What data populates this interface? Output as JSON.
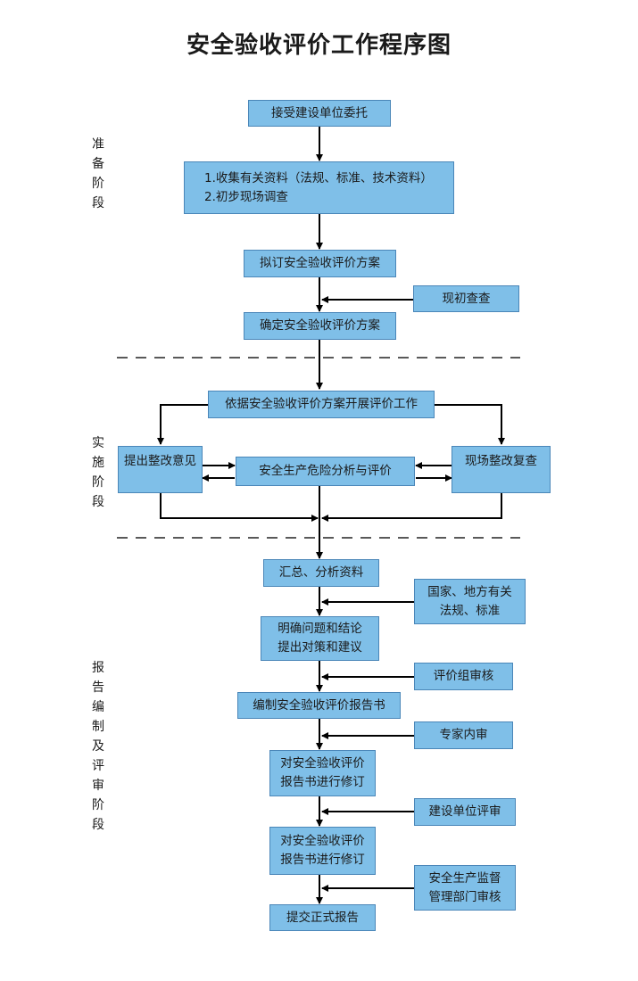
{
  "title": "安全验收评价工作程序图",
  "stages": {
    "prep": [
      "准",
      "备",
      "阶",
      "段"
    ],
    "impl": [
      "实",
      "施",
      "阶",
      "段"
    ],
    "report": [
      "报",
      "告",
      "编",
      "制",
      "及",
      "评",
      "审",
      "阶",
      "段"
    ]
  },
  "boxes": {
    "entrust": "接受建设单位委托",
    "collect_1": "1.收集有关资料（法规、标准、技术资料）",
    "collect_2": "2.初步现场调查",
    "draft_plan": "拟订安全验收评价方案",
    "site_check": "现初查查",
    "confirm_plan": "确定安全验收评价方案",
    "carry_out": "依据安全验收评价方案开展评价工作",
    "rectify_opinion": "提出整改意见",
    "hazard_analysis": "安全生产危险分析与评价",
    "site_recheck": "现场整改复查",
    "summary": "汇总、分析资料",
    "regulations_1": "国家、地方有关",
    "regulations_2": "法规、标准",
    "conclusion_1": "明确问题和结论",
    "conclusion_2": "提出对策和建议",
    "team_review": "评价组审核",
    "compile_report": "编制安全验收评价报告书",
    "expert_review": "专家内审",
    "revise1_1": "对安全验收评价",
    "revise1_2": "报告书进行修订",
    "owner_review": "建设单位评审",
    "revise2_1": "对安全验收评价",
    "revise2_2": "报告书进行修订",
    "authority_1": "安全生产监督",
    "authority_2": "管理部门审核",
    "submit": "提交正式报告"
  },
  "colors": {
    "box_fill": "#7fbfe8",
    "box_border": "#4a86b8",
    "line": "#000000"
  }
}
